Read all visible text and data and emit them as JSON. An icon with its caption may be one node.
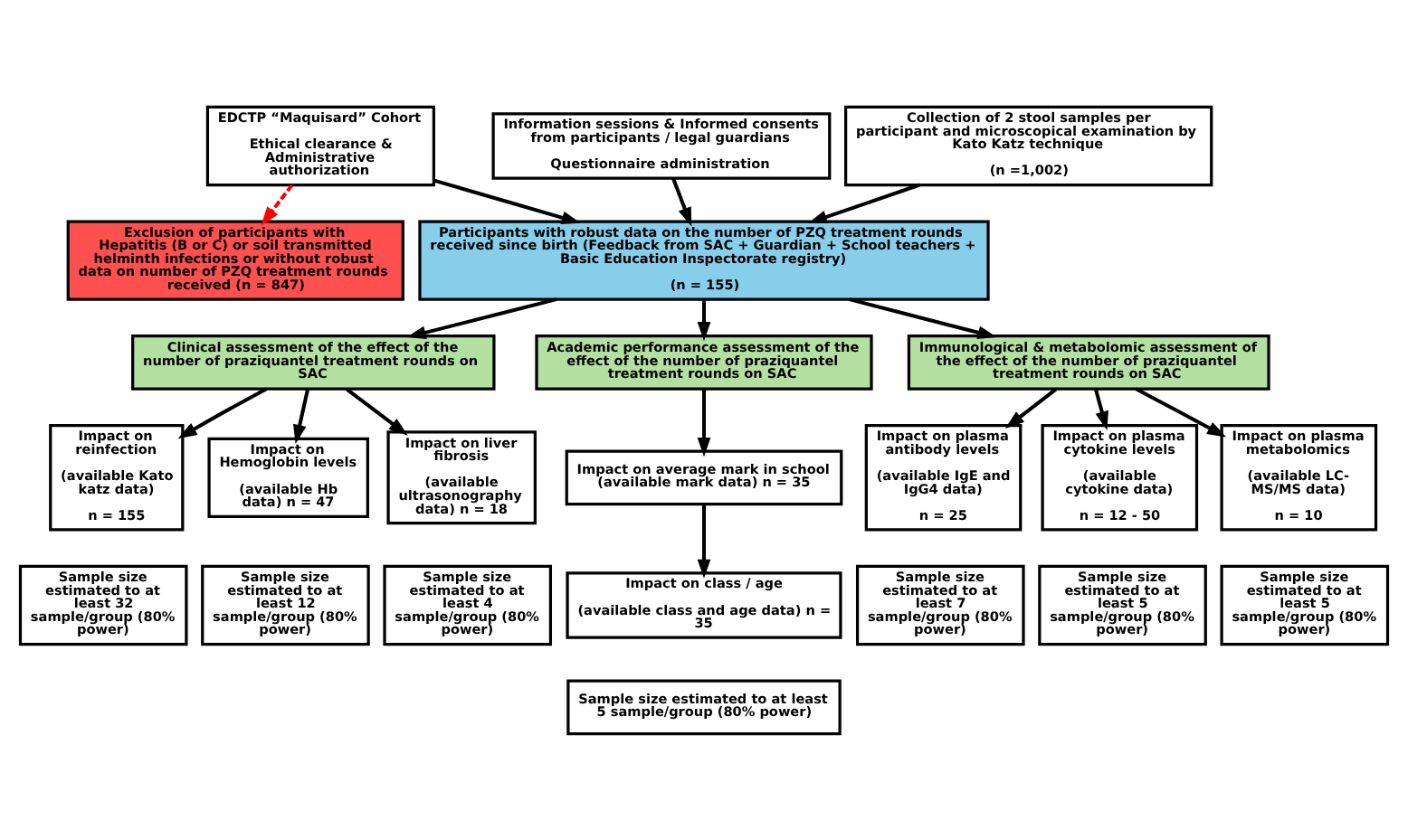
{
  "diagram": {
    "nodes": [
      {
        "text": [
          "EDCTP “Maquisard” Cohort",
          "Ethical clearance & Administrative authorization"
        ]
      },
      {
        "text": [
          "Information sessions & Informed consents from participants / legal guardians",
          "Questionnaire administration"
        ]
      },
      {
        "text": [
          "Collection of 2 stool samples per participant and microscopical examination by Kato Katz technique",
          "(n =1,002)"
        ]
      },
      {
        "text": [
          "Exclusion of participants with Hepatitis (B or C) or soil transmitted helminth infections or without robust data on number of PZQ treatment rounds received (n = 847)"
        ]
      },
      {
        "text": [
          "Participants with robust data on the number of PZQ treatment rounds received since birth (Feedback from SAC + Guardian + School teachers + Basic Education Inspectorate registry)",
          "(n = 155)"
        ]
      },
      {
        "text": [
          "Clinical assessment of the effect of the number of praziquantel treatment rounds on SAC"
        ]
      },
      {
        "text": [
          "Academic performance assessment of the effect of the number of praziquantel treatment rounds on SAC"
        ]
      },
      {
        "text": [
          "Immunological & metabolomic assessment of the effect of the number of praziquantel treatment rounds on SAC"
        ]
      },
      {
        "text": [
          "Impact on reinfection",
          "(available Kato katz data)",
          "n = 155"
        ]
      },
      {
        "text": [
          "Impact on Hemoglobin levels",
          "(available Hb data) n = 47"
        ]
      },
      {
        "text": [
          "Impact on liver fibrosis",
          "(available ultrasonography data) n = 18"
        ]
      },
      {
        "text": [
          "Impact on average mark in school (available mark data) n = 35"
        ]
      },
      {
        "text": [
          "Impact on plasma antibody levels",
          "(available IgE and IgG4 data)",
          "n = 25"
        ]
      },
      {
        "text": [
          "Impact on plasma cytokine levels",
          "(available cytokine data)",
          "n = 12 - 50"
        ]
      },
      {
        "text": [
          "Impact on plasma metabolomics",
          "(available LC-MS/MS data)",
          "n = 10"
        ]
      },
      {
        "text": [
          "Sample size estimated to at least 32 sample/group (80% power)"
        ]
      },
      {
        "text": [
          "Sample size estimated to at least 12 sample/group (80% power)"
        ]
      },
      {
        "text": [
          "Sample size estimated to at least 4 sample/group (80% power)"
        ]
      },
      {
        "text": [
          "Impact on class / age",
          "(available class and age data) n = 35"
        ]
      },
      {
        "text": [
          "Sample size estimated to at least 5 sample/group (80% power)"
        ]
      },
      {
        "text": [
          "Sample size estimated to at least 7 sample/group (80% power)"
        ]
      },
      {
        "text": [
          "Sample size estimated to at least 5 sample/group (80% power)"
        ]
      },
      {
        "text": [
          "Sample size estimated to at least 5 sample/group (80% power)"
        ]
      }
    ],
    "edges": [
      {
        "from": 0,
        "to": 4,
        "arrow": "to"
      },
      {
        "from": 1,
        "to": 4,
        "arrow": "to"
      },
      {
        "from": 2,
        "to": 4,
        "arrow": "to"
      },
      {
        "from": 0,
        "to": 3,
        "arrow": "to",
        "style": "dashed",
        "color": "#ff0000"
      },
      {
        "from": 4,
        "to": 5,
        "arrow": "to"
      },
      {
        "from": 4,
        "to": 6,
        "arrow": "to"
      },
      {
        "from": 4,
        "to": 7,
        "arrow": "to"
      },
      {
        "from": 5,
        "to": 8,
        "arrow": "to"
      },
      {
        "from": 5,
        "to": 9,
        "arrow": "to"
      },
      {
        "from": 5,
        "to": 10,
        "arrow": "to"
      },
      {
        "from": 6,
        "to": 11,
        "arrow": "to"
      },
      {
        "from": 11,
        "to": 18,
        "arrow": "to"
      },
      {
        "from": 7,
        "to": 12,
        "arrow": "to"
      },
      {
        "from": 7,
        "to": 13,
        "arrow": "to"
      },
      {
        "from": 7,
        "to": 14,
        "arrow": "to"
      }
    ]
  }
}
